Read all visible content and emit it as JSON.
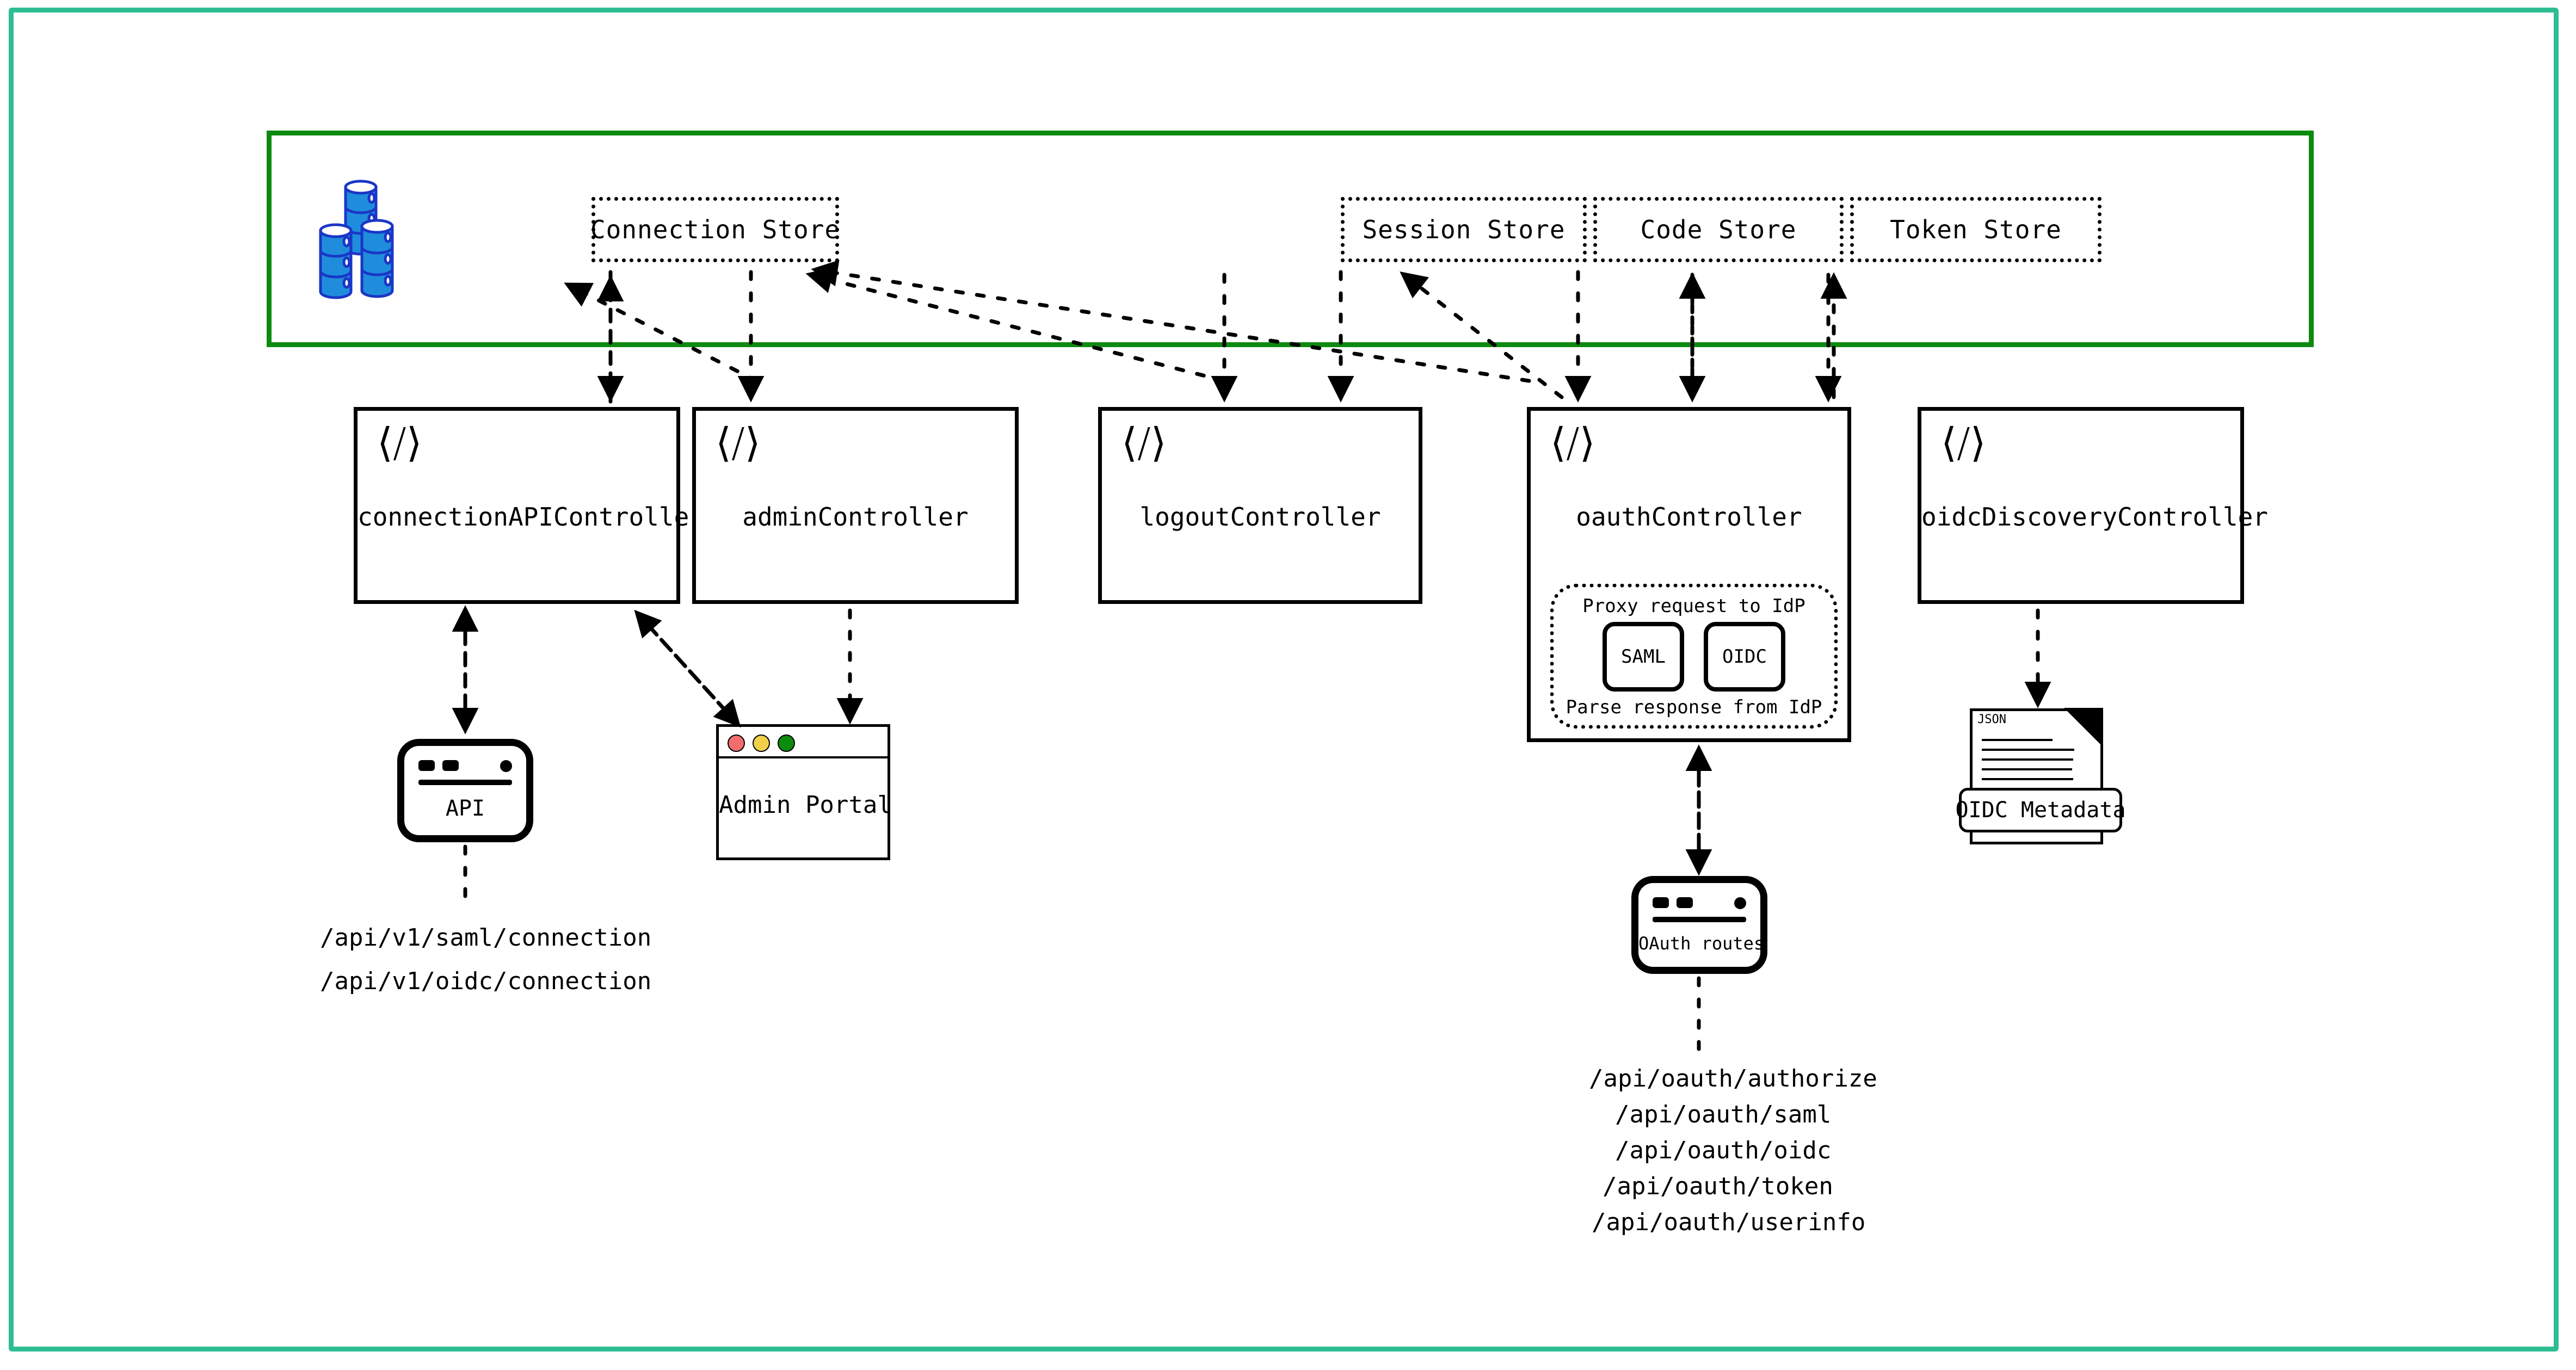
{
  "diagram": {
    "store_container": {
      "name": "persistence-layer"
    },
    "db_icon": {
      "name": "database-stack-icon"
    },
    "stores": [
      {
        "id": "connection-store",
        "label": "Connection Store"
      },
      {
        "id": "session-store",
        "label": "Session Store"
      },
      {
        "id": "code-store",
        "label": "Code Store"
      },
      {
        "id": "token-store",
        "label": "Token Store"
      }
    ],
    "controllers": [
      {
        "id": "connection-api-controller",
        "label": "connectionAPIController",
        "icon": "code-icon"
      },
      {
        "id": "admin-controller",
        "label": "adminController",
        "icon": "code-icon"
      },
      {
        "id": "logout-controller",
        "label": "logoutController",
        "icon": "code-icon"
      },
      {
        "id": "oauth-controller",
        "label": "oauthController",
        "icon": "code-icon"
      },
      {
        "id": "oidc-discovery-controller",
        "label": "oidcDiscoveryController",
        "icon": "code-icon"
      }
    ],
    "proxy_group": {
      "top_label": "Proxy request to IdP",
      "bottom_label": "Parse response from IdP",
      "chips": [
        {
          "id": "saml-chip",
          "label": "SAML"
        },
        {
          "id": "oidc-chip",
          "label": "OIDC"
        }
      ]
    },
    "api_window": {
      "label": "API"
    },
    "admin_portal": {
      "label": "Admin Portal",
      "traffic_lights": [
        {
          "name": "close-dot",
          "color": "#f26d6d"
        },
        {
          "name": "minimize-dot",
          "color": "#f2d04b"
        },
        {
          "name": "maximize-dot",
          "color": "#0c8b0c"
        }
      ]
    },
    "oauth_routes_window": {
      "label": "OAuth routes"
    },
    "oidc_metadata_doc": {
      "type_label": "JSON",
      "label": "OIDC Metadata"
    },
    "connection_endpoints": [
      "/api/v1/saml/connection",
      "/api/v1/oidc/connection"
    ],
    "oauth_endpoints": [
      "/api/oauth/authorize",
      "/api/oauth/saml",
      "/api/oauth/oidc",
      "/api/oauth/token",
      "/api/oauth/userinfo"
    ],
    "colors": {
      "outer_frame": "#2ebd93",
      "store_container": "#0e8a10",
      "stroke": "#000000",
      "database": "#1f8ddb",
      "database_outline": "#1a36c7"
    }
  }
}
